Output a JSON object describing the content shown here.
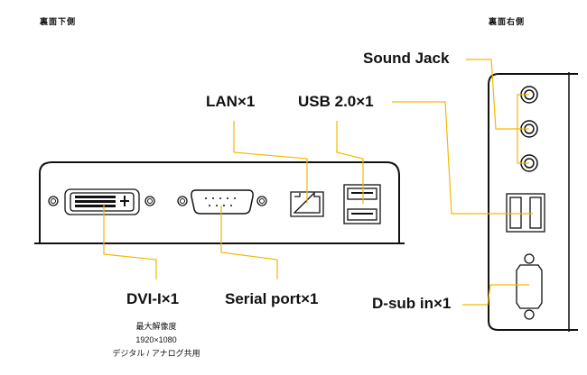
{
  "sections": {
    "bottom_side": "裏面下側",
    "right_side": "裏面右側"
  },
  "ports": {
    "dvi": "DVI-I×1",
    "serial": "Serial port×1",
    "lan": "LAN×1",
    "usb": "USB 2.0×1",
    "sound": "Sound Jack",
    "dsub": "D-sub in×1"
  },
  "dvi_notes": [
    "最大解像度",
    "1920×1080",
    "デジタル / アナログ共用"
  ],
  "colors": {
    "leader": "#f5b800",
    "outline": "#111111"
  }
}
